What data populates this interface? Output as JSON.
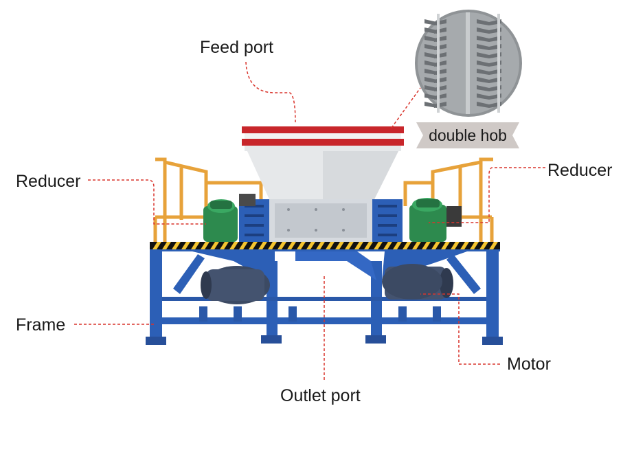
{
  "labels": {
    "feed_port": "Feed port",
    "reducer_left": "Reducer",
    "reducer_right": "Reducer",
    "frame": "Frame",
    "motor": "Motor",
    "outlet_port": "Outlet port",
    "double_hob": "double hob"
  },
  "colors": {
    "frame_blue": "#2c5fb6",
    "hopper_red": "#c8262b",
    "hopper_grey": "#e6e8ea",
    "reducer_green": "#2d8a4e",
    "rail_orange": "#e7a23a",
    "motor_blue": "#3c4a63",
    "leader_line_red": "#d9342c",
    "banner_grey": "#cfc9c6"
  },
  "icons": [
    "shredder-machine-icon",
    "hob-detail-icon"
  ]
}
